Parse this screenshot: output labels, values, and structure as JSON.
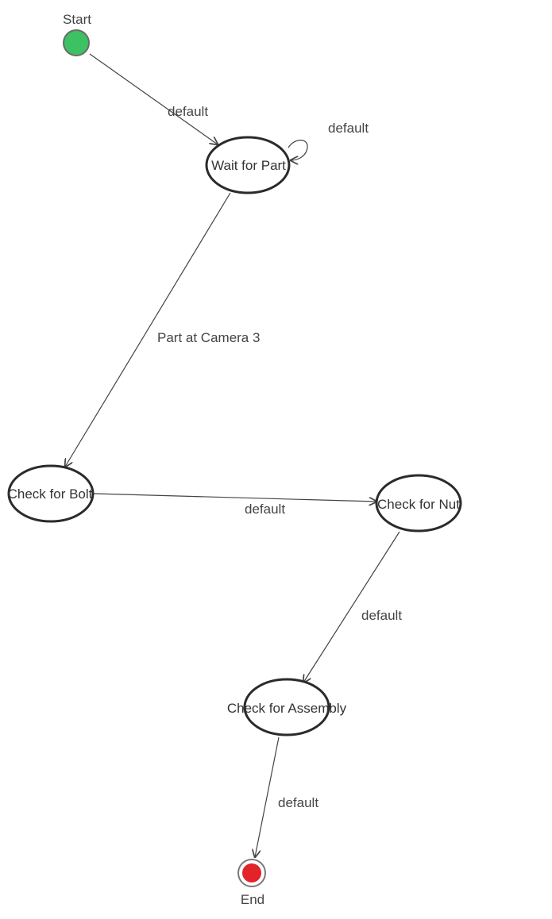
{
  "colors": {
    "start": "#3cc163",
    "end": "#e2232a",
    "edge": "#444444",
    "state_stroke": "#2b2b2b"
  },
  "nodes": {
    "start": {
      "label": "Start"
    },
    "wait_for_part": {
      "label": "Wait for Part"
    },
    "check_bolt": {
      "label": "Check for Bolt"
    },
    "check_nut": {
      "label": "Check for Nut"
    },
    "check_assembly": {
      "label": "Check for Assembly"
    },
    "end": {
      "label": "End"
    }
  },
  "edges": {
    "start_to_wait": {
      "label": "default"
    },
    "wait_self": {
      "label": "default"
    },
    "wait_to_bolt": {
      "label": "Part at Camera 3"
    },
    "bolt_to_nut": {
      "label": "default"
    },
    "nut_to_assembly": {
      "label": "default"
    },
    "assembly_to_end": {
      "label": "default"
    }
  }
}
